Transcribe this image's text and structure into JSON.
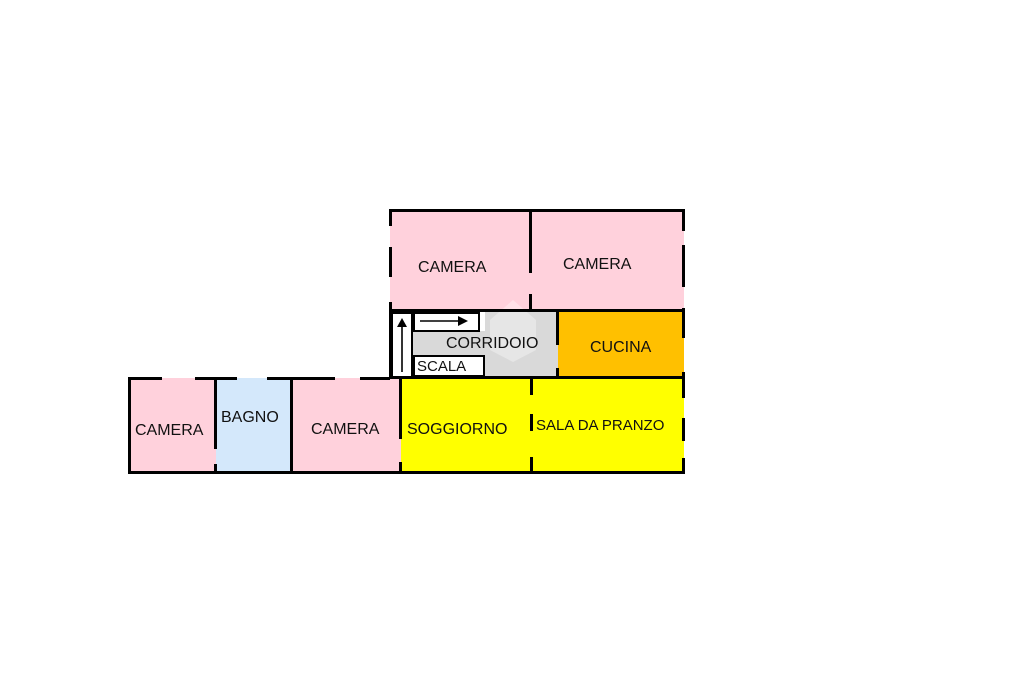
{
  "floor_plan": {
    "rooms": [
      {
        "id": "camera_top_left",
        "label": "CAMERA",
        "color": "#ffd1dc"
      },
      {
        "id": "camera_top_right",
        "label": "CAMERA",
        "color": "#ffd1dc"
      },
      {
        "id": "corridoio",
        "label": "CORRIDOIO",
        "color": "#d9d9d9"
      },
      {
        "id": "scala",
        "label": "SCALA",
        "color": "#ffffff"
      },
      {
        "id": "cucina",
        "label": "CUCINA",
        "color": "#ffc000"
      },
      {
        "id": "camera_bottom_left",
        "label": "CAMERA",
        "color": "#ffd1dc"
      },
      {
        "id": "bagno",
        "label": "BAGNO",
        "color": "#d4e8fb"
      },
      {
        "id": "camera_bottom_mid",
        "label": "CAMERA",
        "color": "#ffd1dc"
      },
      {
        "id": "soggiorno",
        "label": "SOGGIORNO",
        "color": "#ffff00"
      },
      {
        "id": "sala_da_pranzo",
        "label": "SALA DA PRANZO",
        "color": "#ffff00"
      }
    ],
    "icons": {
      "stair_arrow_up": "arrow-up",
      "stair_arrow_right": "arrow-right"
    }
  }
}
